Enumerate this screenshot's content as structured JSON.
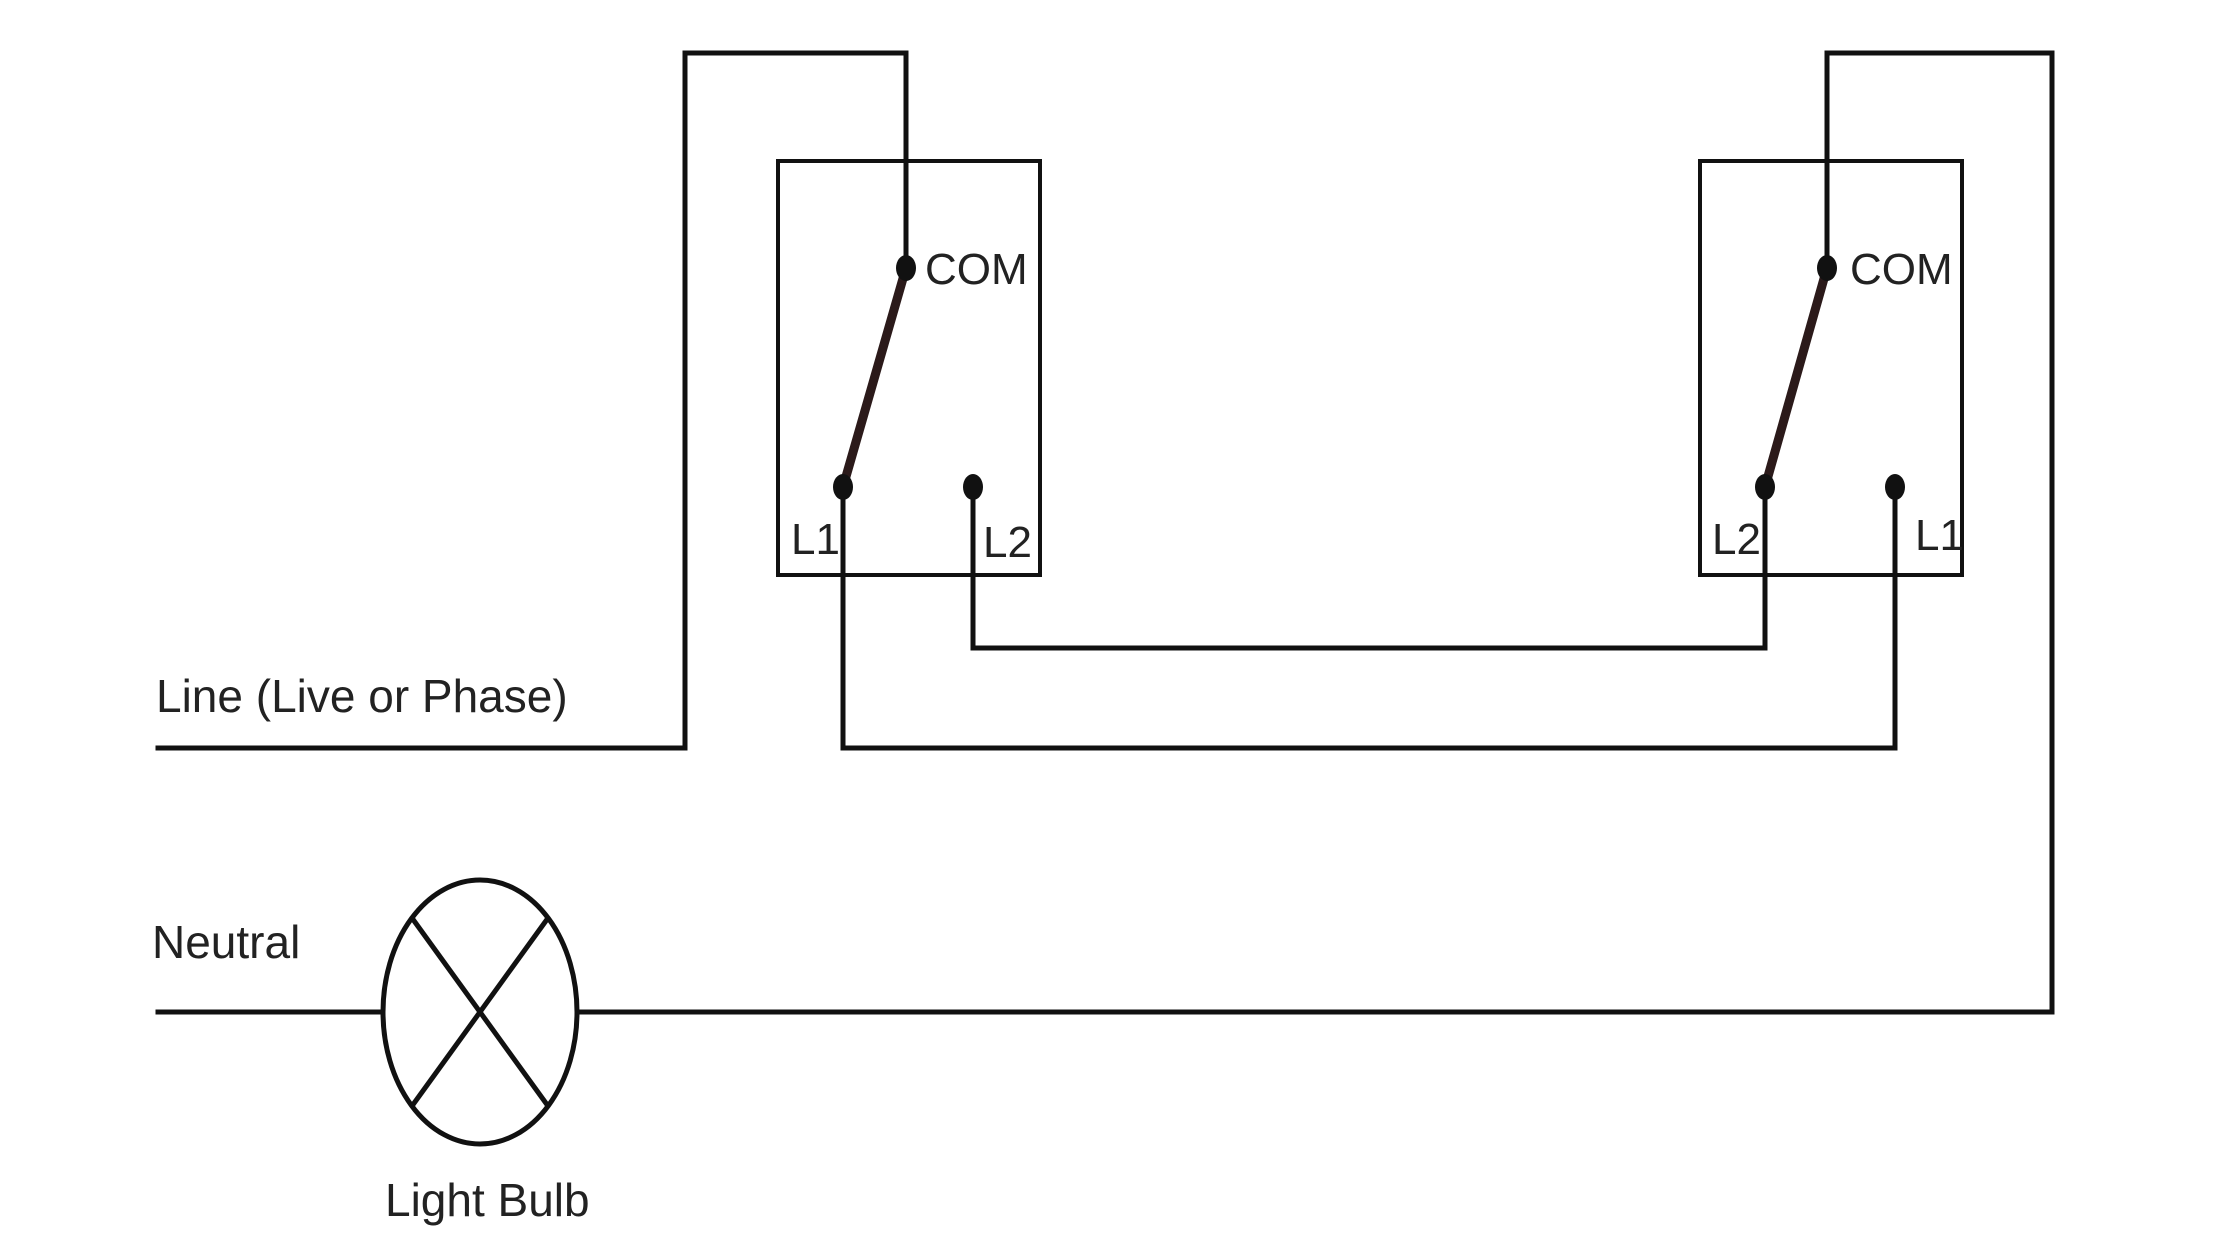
{
  "labels": {
    "line": "Line (Live or Phase)",
    "neutral": "Neutral",
    "bulb": "Light Bulb"
  },
  "switch_left": {
    "com": "COM",
    "t_left": "L1",
    "t_right": "L2"
  },
  "switch_right": {
    "com": "COM",
    "t_left": "L2",
    "t_right": "L1"
  },
  "colors": {
    "wire": "#111111",
    "lever": "#2b1a1a",
    "background": "#ffffff"
  },
  "icons": {
    "bulb": "lamp-cross-symbol"
  }
}
